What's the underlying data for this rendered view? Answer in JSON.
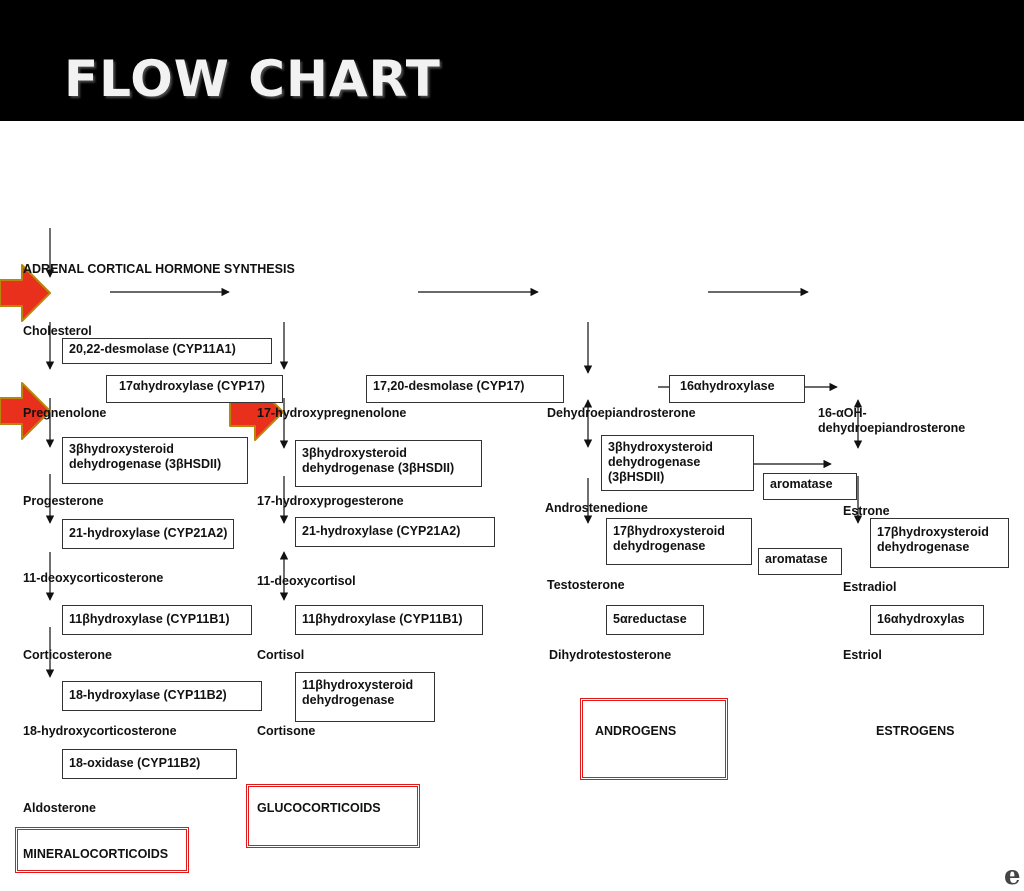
{
  "slide": {
    "title": "FLOW CHART"
  },
  "diagram": {
    "title": "ADRENAL CORTICAL HORMONE SYNTHESIS",
    "compounds": {
      "cholesterol": "Cholesterol",
      "pregnenolone": "Pregnenolone",
      "progesterone": "Progesterone",
      "deoxycorticosterone": "11-deoxycorticosterone",
      "corticosterone": "Corticosterone",
      "hydroxycorticosterone18": "18-hydroxycorticosterone",
      "aldosterone": "Aldosterone",
      "hydroxypregnenolone17": "17-hydroxypregnenolone",
      "hydroxyprogesterone17": "17-hydroxyprogesterone",
      "deoxycortisol": "11-deoxycortisol",
      "cortisol": "Cortisol",
      "cortisone": "Cortisone",
      "dhea": "Dehydroepiandrosterone",
      "oh_dhea_line1": "16-αOH-",
      "oh_dhea_line2": "dehydroepiandrosterone",
      "androstenedione": "Androstenedione",
      "testosterone": "Testosterone",
      "dht": "Dihydrotestosterone",
      "estrone": "Estrone",
      "estradiol": "Estradiol",
      "estriol": "Estriol"
    },
    "enzymes": {
      "desmolase2022": "20,22-desmolase (CYP11A1)",
      "hydroxylase17a": "17αhydroxylase (CYP17)",
      "desmolase1720": "17,20-desmolase (CYP17)",
      "hydroxylase16a": "16αhydroxylase",
      "hsd3b_left_line1": "3βhydroxysteroid",
      "hsd3b_left_line2": "dehydrogenase (3βHSDII)",
      "hsd3b_mid_line1": "3βhydroxysteroid",
      "hsd3b_mid_line2": "dehydrogenase (3βHSDII)",
      "hsd3b_right_line1": "3βhydroxysteroid",
      "hsd3b_right_line2": "dehydrogenase",
      "hsd3b_right_line3": "(3βHSDII)",
      "hydroxylase21_left": "21-hydroxylase (CYP21A2)",
      "hydroxylase21_mid": "21-hydroxylase (CYP21A2)",
      "hydroxylase11b_left": "11βhydroxylase (CYP11B1)",
      "hydroxylase11b_mid": "11βhydroxylase (CYP11B1)",
      "hydroxylase18": "18-hydroxylase (CYP11B2)",
      "oxidase18": "18-oxidase (CYP11B2)",
      "hsd11b_line1": "11βhydroxysteroid",
      "hsd11b_line2": "dehydrogenase",
      "aromatase_top": "aromatase",
      "aromatase_bottom": "aromatase",
      "hsd17b_left_line1": "17βhydroxysteroid",
      "hsd17b_left_line2": "dehydrogenase",
      "hsd17b_right_line1": "17βhydroxysteroid",
      "hsd17b_right_line2": "dehydrogenase",
      "reductase5a": "5αreductase",
      "hydroxylas16a": "16αhydroxylas"
    },
    "groups": {
      "mineralocorticoids": "MINERALOCORTICOIDS",
      "glucocorticoids": "GLUCOCORTICOIDS",
      "androgens": "ANDROGENS",
      "estrogens": "ESTROGENS"
    },
    "colors": {
      "highlight_box": "#e01a1a",
      "pointer_arrow_fill": "#e8301c",
      "pointer_arrow_edge": "#b8860b",
      "header": "#000000"
    },
    "corner_logo": "e"
  }
}
